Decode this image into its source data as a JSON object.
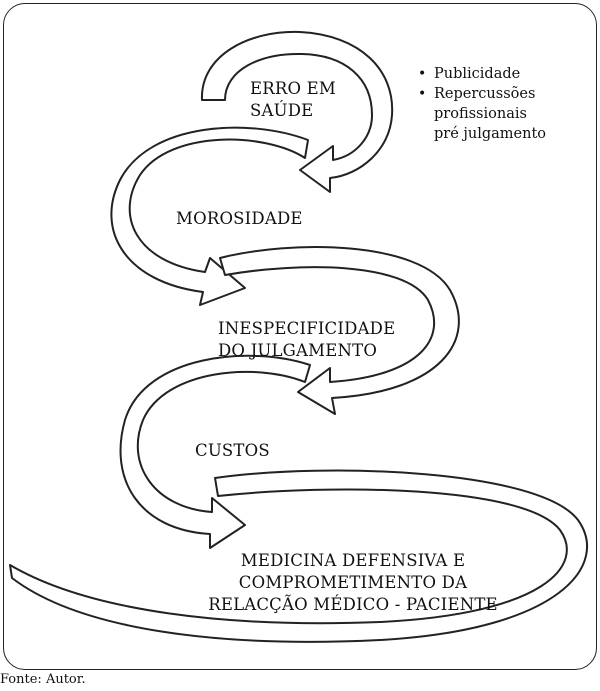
{
  "stages": [
    {
      "line1": "ERRO EM",
      "line2": "SAÚDE"
    },
    {
      "line1": "MOROSIDADE",
      "line2": ""
    },
    {
      "line1": "INESPECIFICIDADE",
      "line2": "DO JULGAMENTO"
    },
    {
      "line1": "CUSTOS",
      "line2": ""
    },
    {
      "line1": "MEDICINA DEFENSIVA E",
      "line2": "COMPROMETIMENTO DA",
      "line3": "RELACÇÃO MÉDICO - PACIENTE"
    }
  ],
  "notes": [
    {
      "lines": [
        "Publicidade"
      ]
    },
    {
      "lines": [
        "Repercussões",
        "profissionais",
        "pré julgamento"
      ]
    }
  ],
  "source": "Fonte: Autor.",
  "colors": {
    "stroke": "#222222",
    "fill": "#ffffff"
  }
}
